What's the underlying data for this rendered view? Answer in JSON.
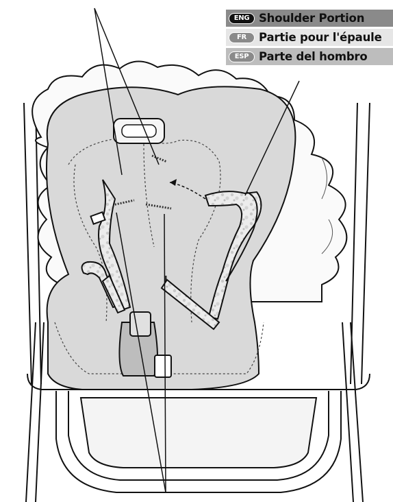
{
  "legend": {
    "items": [
      {
        "badge": "ENG",
        "label": "Shoulder Portion"
      },
      {
        "badge": "FR",
        "label": "Partie pour l'épaule"
      },
      {
        "badge": "ESP",
        "label": "Parte del hombro"
      }
    ]
  }
}
